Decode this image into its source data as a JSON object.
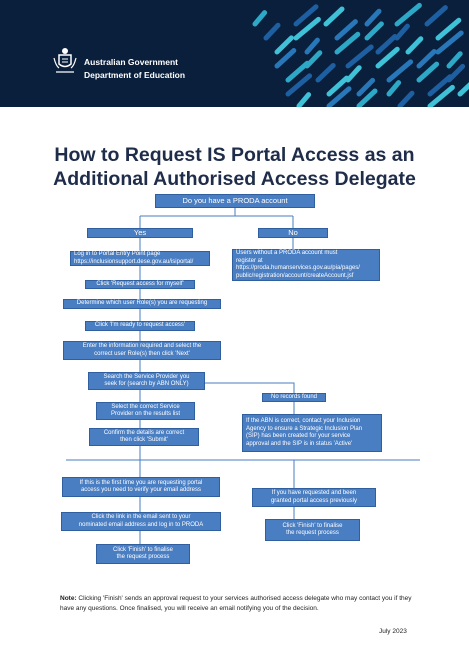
{
  "header": {
    "government": "Australian Government",
    "department": "Department of Education",
    "colors": {
      "banner": "#0a1f3c",
      "stripe_teal": "#2ea8c7",
      "stripe_blue": "#1d5fa0"
    }
  },
  "title_line1": "How to Request IS Portal Access as an",
  "title_line2": "Additional Authorised Access Delegate",
  "flow": {
    "q_proda": "Do you have a PRODA account",
    "yes": "Yes",
    "no": "No",
    "login": "Log in to Portal Entry Point page\nhttps://inclusionsupport.dese.gov.au/isiportal/",
    "users_without": "Users without a PRODA account must\nregister at\nhttps://proda.humanservices.gov.au/pia/pages/\npublic/registration/account/createAccount.jsf",
    "request_myself": "Click 'Request access for myself'",
    "determine_role": "Determine which user Role(s) you are requesting",
    "ready": "Click 'I'm ready to request access'",
    "enter_info": "Enter the information required and select the\ncorrect user Role(s) then click 'Next'",
    "search_sp": "Search the Service Provider you\nseek for (search by ABN ONLY)",
    "no_records": "No records found",
    "select_sp": "Select the correct Service\nProvider on the results list",
    "abn_correct": "If the ABN is correct, contact your Inclusion\nAgency to ensure a Strategic Inclusion Plan\n(SIP) has been created for your service\napproval and the SIP is in status 'Active'",
    "confirm": "Confirm the details are correct\nthen click 'Submit'",
    "first_time": "If this is the first time you are requesting portal\naccess you need to verify your email address",
    "requested_before": "If you have requested and been\ngranted portal access previously",
    "click_link": "Click the link in the email sent to your\nnominated email address and log in to PRODA",
    "finish_right": "Click 'Finish' to finalise\nthe request process",
    "finish_left": "Click 'Finish' to finalise\nthe request process"
  },
  "note": {
    "label": "Note:",
    "text": " Clicking 'Finish' sends an approval request to your services authorised access delegate who may contact you if they have any questions. Once finalised, you will receive an email notifying you of the decision."
  },
  "date": "July 2023"
}
